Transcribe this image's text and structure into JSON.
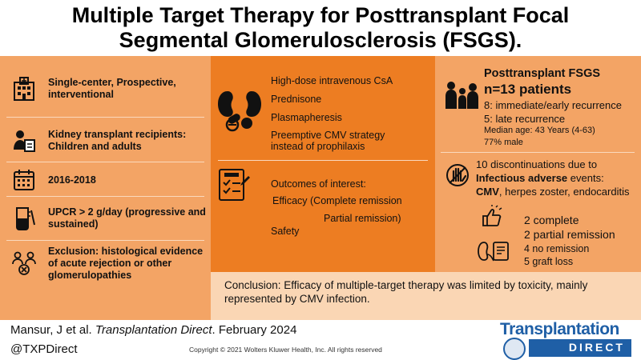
{
  "title": {
    "line1": "Multiple Target Therapy for Posttransplant Focal",
    "line2": "Segmental Glomerulosclerosis (FSGS)."
  },
  "left": {
    "items": [
      {
        "text": "Single-center, Prospective, interventional",
        "icon": "hospital-icon"
      },
      {
        "text": "Kidney transplant recipients: Children and adults",
        "icon": "patient-document-icon"
      },
      {
        "text": "2016-2018",
        "icon": "calendar-icon"
      },
      {
        "text": "UPCR > 2 g/day (progressive and sustained)",
        "icon": "beaker-icon"
      },
      {
        "text": "Exclusion: histological evidence of acute rejection or other glomerulopathies",
        "icon": "excluded-group-icon"
      }
    ]
  },
  "middle": {
    "treatments": [
      "High-dose intravenous CsA",
      "Prednisone",
      "Plasmapheresis",
      "Preemptive CMV strategy",
      "instead of prophilaxis"
    ],
    "outcomes_title": "Outcomes of interest:",
    "efficacy": "Efficacy  (Complete remission",
    "partial": "Partial remission)",
    "safety": "Safety"
  },
  "right": {
    "heading": "Posttransplant FSGS",
    "n_patients": "n=13 patients",
    "immediate": "8: immediate/early recurrence",
    "late": "5: late recurrence",
    "age": "Median age: 43 Years (4-63)",
    "male": "77% male",
    "discontinuations": "10 discontinuations due to",
    "infectious": "Infectious adverse",
    "events": " events:",
    "cmv": "CMV",
    "infections_rest": ", herpes zoster, endocarditis",
    "complete": "2 complete",
    "partial": "2 partial remission",
    "no_remission": "4 no remission",
    "graft_loss": "5 graft loss"
  },
  "conclusion": "Conclusion: Efficacy of multiple-target therapy was limited by toxicity, mainly represented by CMV infection.",
  "footer": {
    "author": "Mansur, J et al. ",
    "journal": "Transplantation Direct",
    "date": ". February 2024",
    "handle": "@TXPDirect",
    "copyright": "Copyright © 2021  Wolters Kluwer Health, Inc. All rights reserved"
  },
  "logo": {
    "name": "Transplantation",
    "sub": "DIRECT"
  },
  "colors": {
    "panel_light": "#f3a465",
    "panel_dark": "#ed7d22",
    "conclusion_bg": "#fad6b4",
    "logo_blue": "#1f5fa6"
  }
}
